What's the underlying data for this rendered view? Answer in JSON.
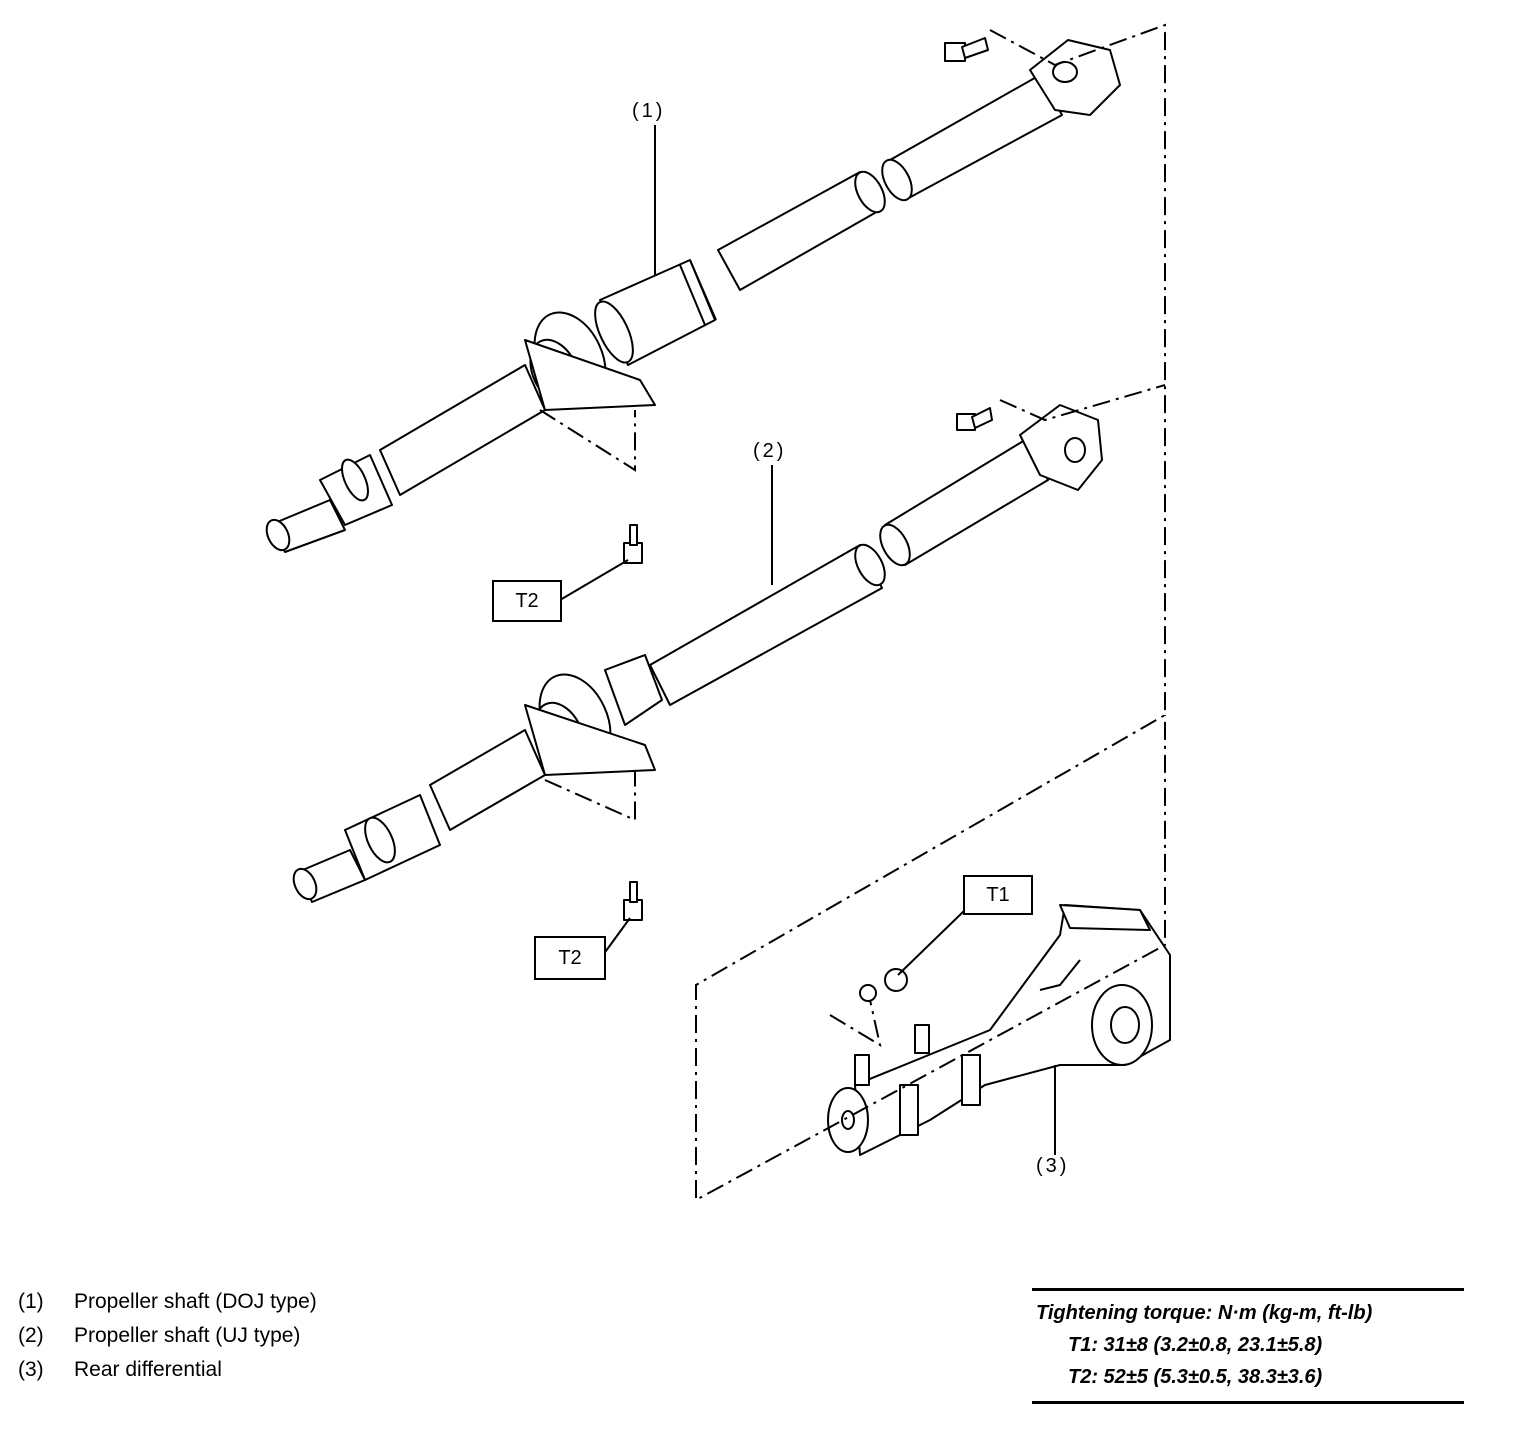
{
  "callouts": {
    "c1": "(1)",
    "c2": "(2)",
    "c3": "(3)"
  },
  "torque_boxes": {
    "t2_upper": "T2",
    "t2_lower": "T2",
    "t1": "T1"
  },
  "legend": [
    {
      "num": "(1)",
      "text": "Propeller shaft (DOJ type)"
    },
    {
      "num": "(2)",
      "text": "Propeller shaft (UJ type)"
    },
    {
      "num": "(3)",
      "text": "Rear differential"
    }
  ],
  "torque_spec": {
    "title": "Tightening torque: N·m (kg-m, ft-lb)",
    "t1": "T1: 31±8 (3.2±0.8, 23.1±5.8)",
    "t2": "T2: 52±5 (5.3±0.5, 38.3±3.6)"
  }
}
